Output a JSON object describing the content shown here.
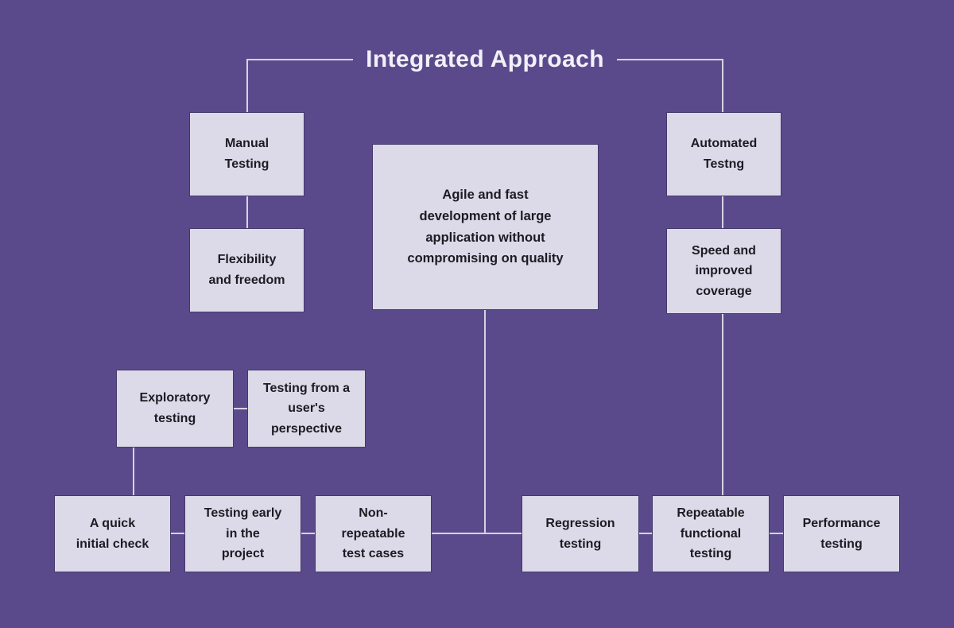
{
  "title": "Integrated Approach",
  "colors": {
    "background": "#5b4a8b",
    "node_fill": "#dcd9e8",
    "node_border": "#46396c",
    "node_text": "#1d1b22",
    "title_text": "#f2f0f8",
    "connector": "#d6d2e4"
  },
  "nodes": {
    "manual_testing": "Manual Testing",
    "flexibility": "Flexibility and freedom",
    "center_benefit": "Agile and fast development of large application without compromising on quality",
    "automated_testing": "Automated Testng",
    "speed_coverage": "Speed and improved coverage",
    "exploratory": "Exploratory testing",
    "user_perspective": "Testing from a user's perspective",
    "quick_check": "A quick initial check",
    "early_testing": "Testing early in the project",
    "non_repeatable": "Non-repeatable test cases",
    "regression": "Regression testing",
    "repeatable_functional": "Repeatable functional testing",
    "performance": "Performance testing"
  }
}
